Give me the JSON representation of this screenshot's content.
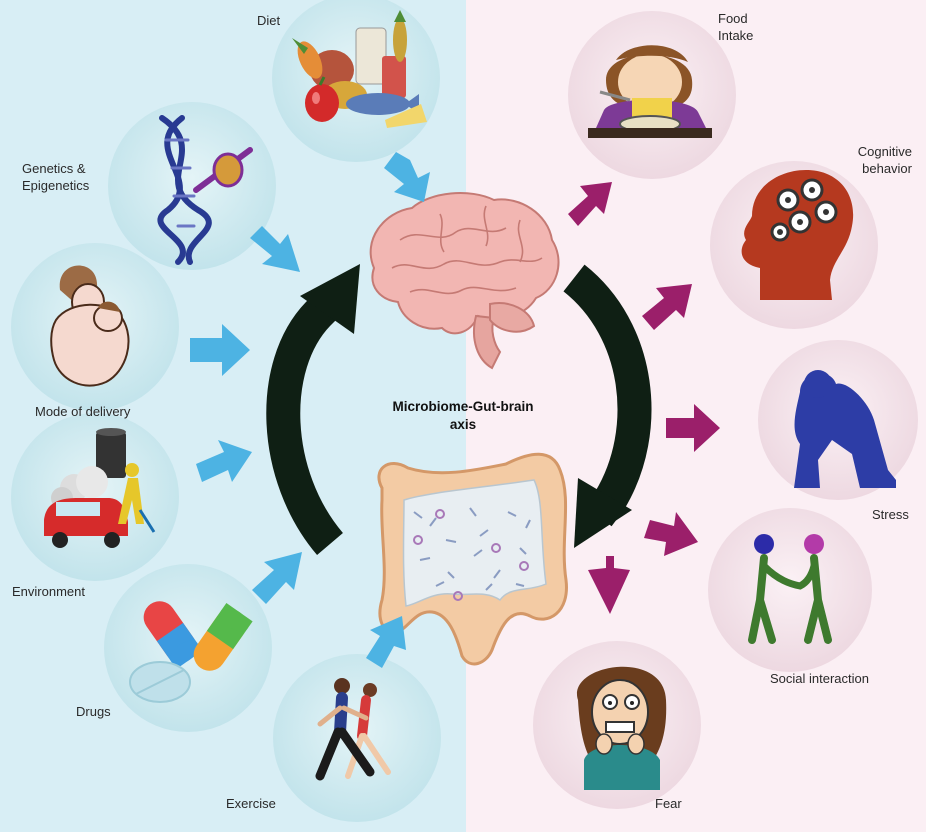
{
  "center": {
    "line1": "Microbiome-Gut-brain",
    "line2": "axis"
  },
  "inputs": {
    "diet": "Diet",
    "genetics_line1": "Genetics &",
    "genetics_line2": "Epigenetics",
    "delivery": "Mode of delivery",
    "environment": "Environment",
    "drugs": "Drugs",
    "exercise": "Exercise"
  },
  "outputs": {
    "food_line1": "Food",
    "food_line2": "Intake",
    "cog_line1": "Cognitive",
    "cog_line2": "behavior",
    "stress": "Stress",
    "social": "Social interaction",
    "fear": "Fear"
  },
  "colors": {
    "left_bg": "#d8eef5",
    "right_bg": "#fbeff4",
    "input_arrow": "#4db3e3",
    "output_arrow": "#9b1f6a",
    "cycle_arrow": "#0f1f14",
    "circle_left": "#c4e6ee",
    "circle_right": "#f1dde6"
  }
}
